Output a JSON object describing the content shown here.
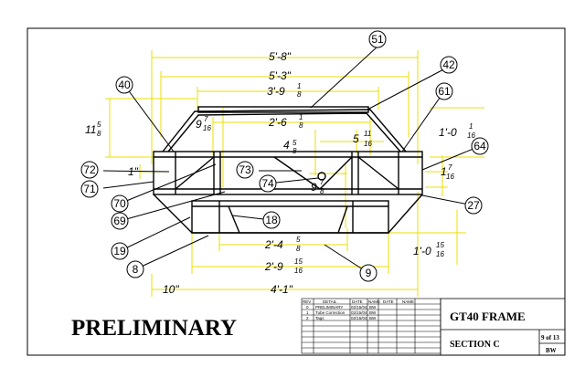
{
  "stamp": "PRELIMINARY",
  "dimensions": {
    "width_outer": "5'-8\"",
    "width_mid": "5'-3\"",
    "width_roof": "3'-9",
    "width_roof_frac": [
      "1",
      "8"
    ],
    "width_inner_top": "2'-6",
    "width_inner_top_frac": [
      "1",
      "8"
    ],
    "height_left": "11",
    "height_left_frac": [
      "5",
      "8"
    ],
    "height_inner": "9",
    "height_inner_frac": [
      "7",
      "16"
    ],
    "small_a": "4",
    "small_a_frac": [
      "5",
      "8"
    ],
    "small_b": "5",
    "small_b_frac": [
      "11",
      "16"
    ],
    "right_top": "1'-0",
    "right_top_frac": [
      "1",
      "16"
    ],
    "right_side": "1",
    "right_side_frac": [
      "7",
      "16"
    ],
    "left_side": "1\"",
    "tube_h": "9",
    "tube_h_frac": [
      "7",
      "8"
    ],
    "bottom_inner": "2'-4",
    "bottom_inner_frac": [
      "5",
      "8"
    ],
    "bottom_mid": "2'-9",
    "bottom_mid_frac": [
      "15",
      "16"
    ],
    "bottom_right": "1'-0",
    "bottom_right_frac": [
      "15",
      "16"
    ],
    "bottom_offset": "10\"",
    "bottom_overall": "4'-1\""
  },
  "balloons": [
    "51",
    "42",
    "40",
    "61",
    "64",
    "72",
    "73",
    "71",
    "74",
    "70",
    "69",
    "18",
    "27",
    "19",
    "8",
    "9"
  ],
  "revision_table": {
    "headers": [
      "REV",
      "DETAIL",
      "DATE",
      "NAME",
      "DATE",
      "NAME"
    ],
    "rows": [
      [
        "0",
        "PRELIMINARY",
        "02/15/04",
        "BW"
      ],
      [
        "1",
        "Tube Correction",
        "02/15/04",
        "BW"
      ],
      [
        "2",
        "Tags",
        "02/15/04",
        "BW"
      ]
    ]
  },
  "title_block": {
    "title": "GT40 FRAME",
    "section": "SECTION C",
    "sheet": "9 of 13",
    "drawn_by": "BW"
  },
  "colors": {
    "dimension_lines": "#e8e000",
    "line_work": "#000000"
  }
}
